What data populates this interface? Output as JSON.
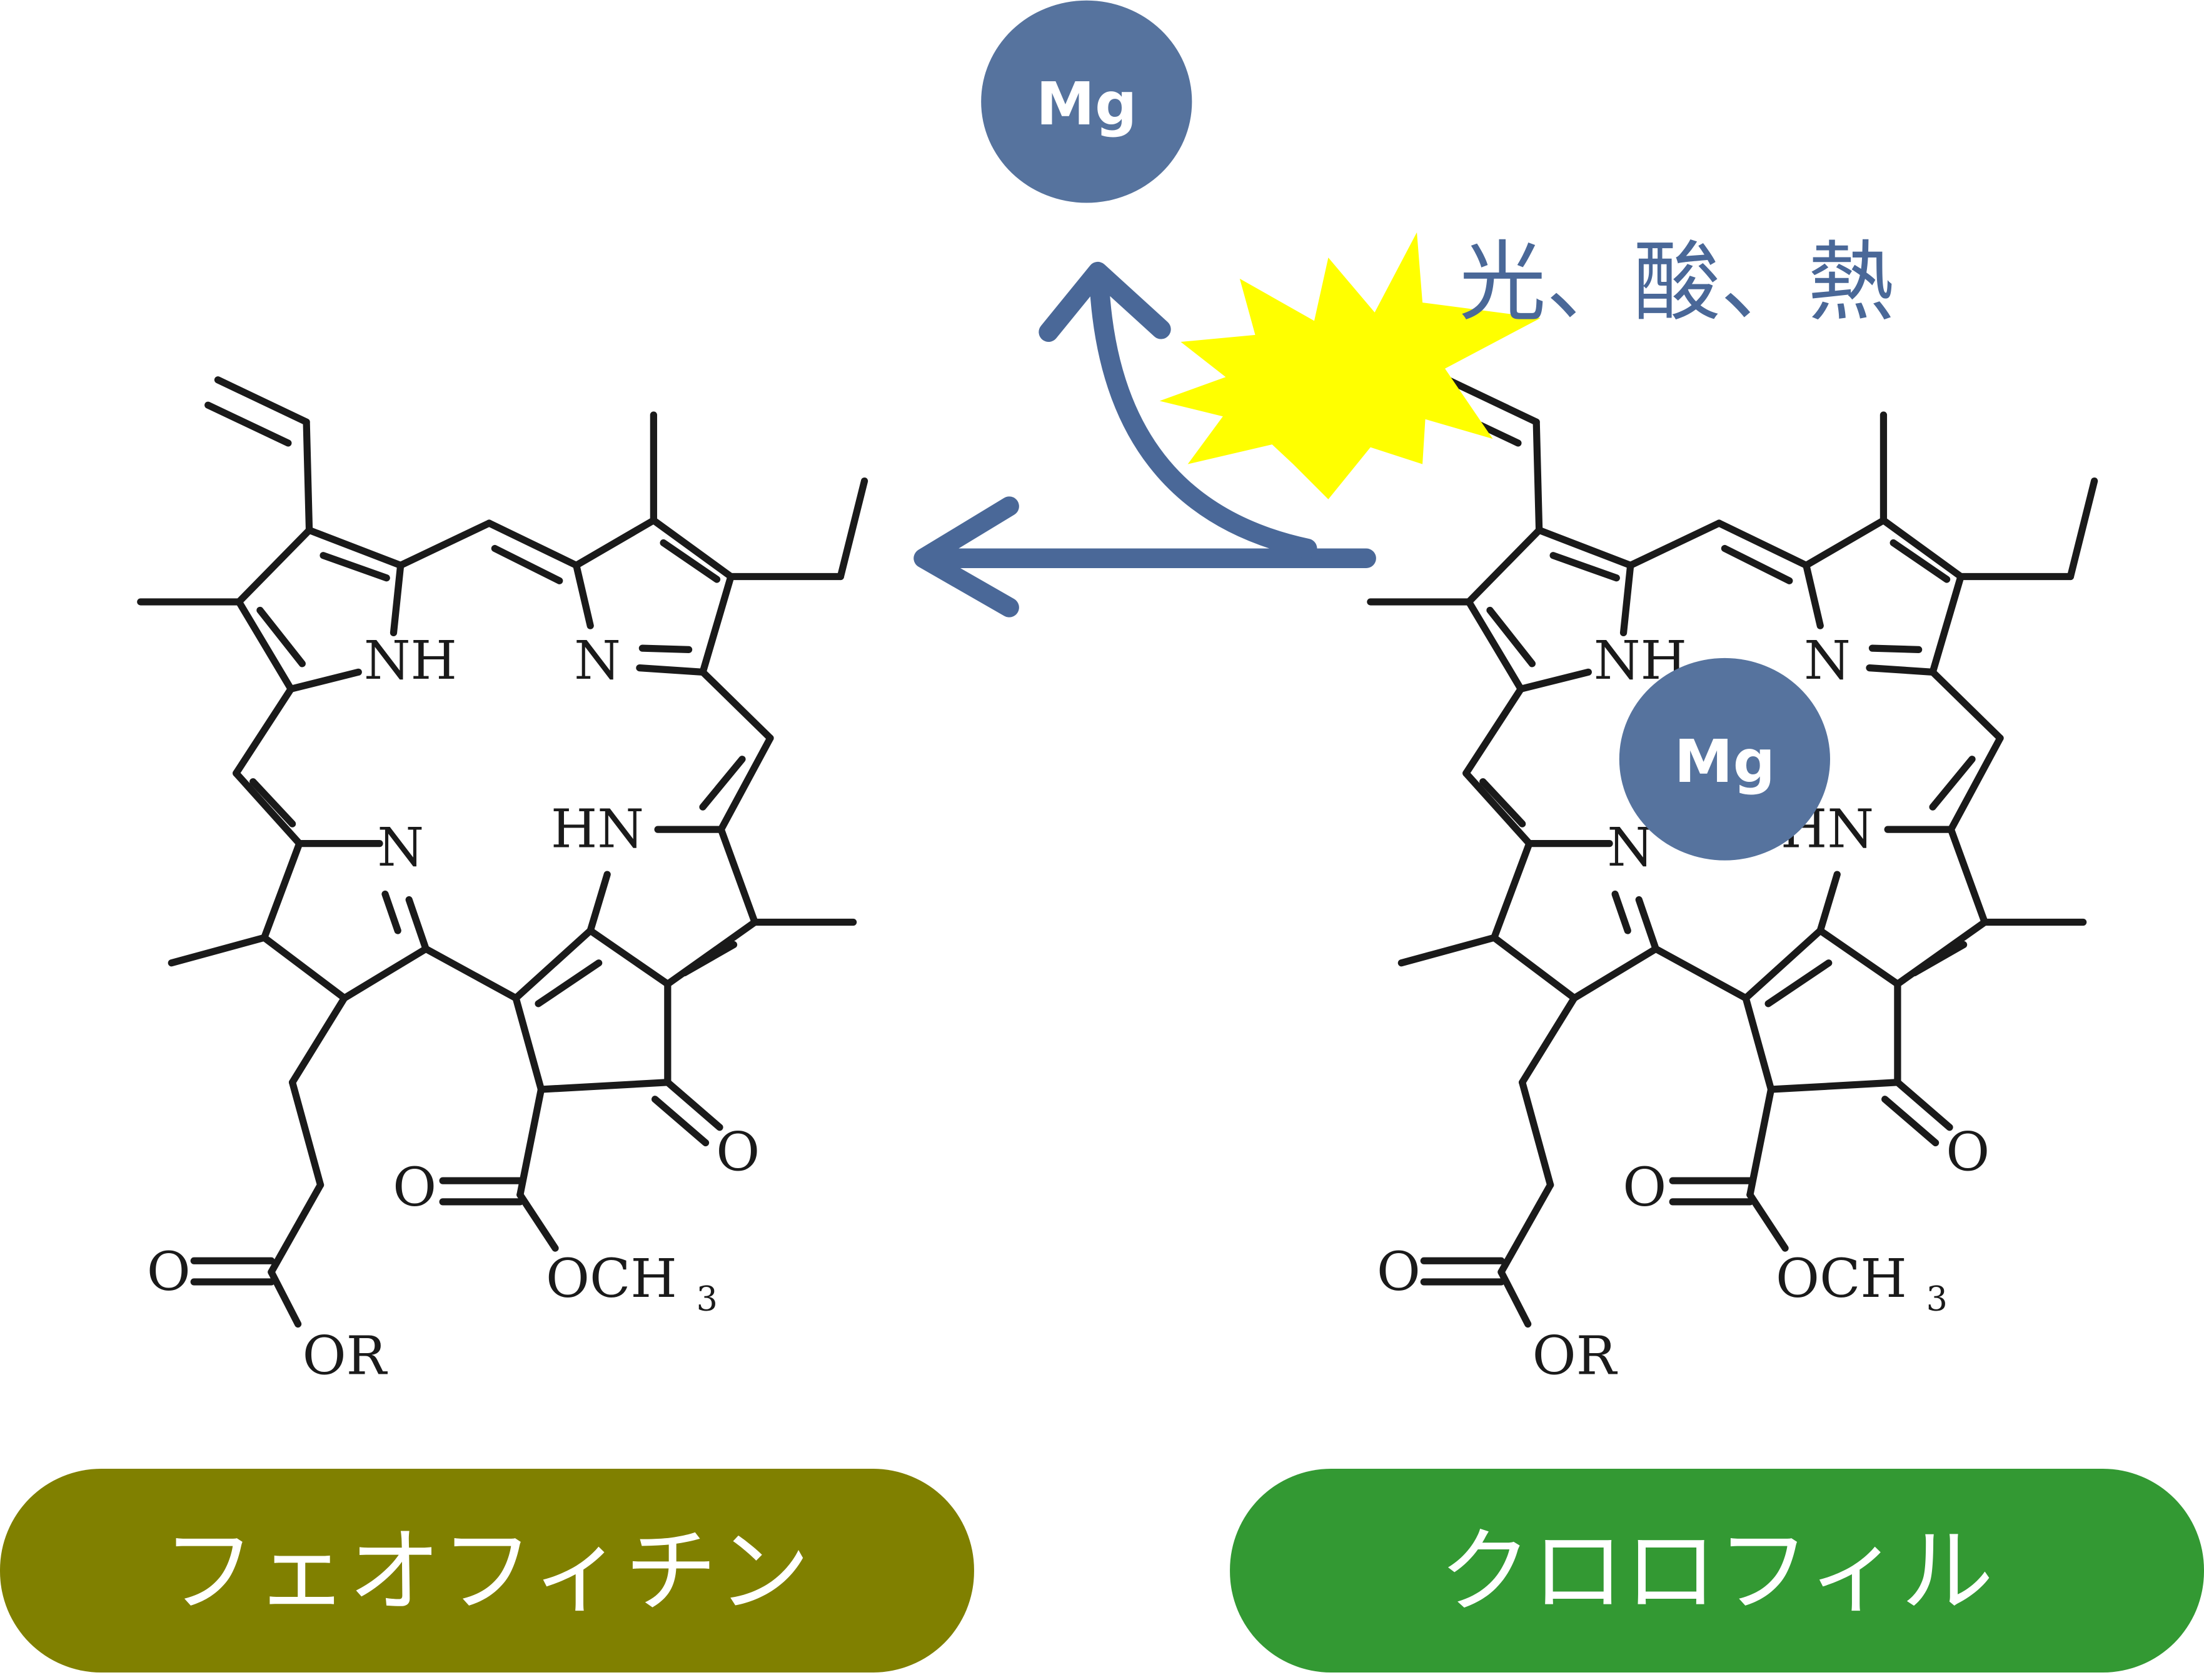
{
  "ion": {
    "label": "Mg"
  },
  "conditions": "光、酸、熱",
  "molecule_labels": {
    "nh": "NH",
    "n_top": "N",
    "hn": "HN",
    "n_bottom": "N",
    "o_ketone": "O",
    "o_ester1": "O",
    "och3": "OCH",
    "och3_sub": "3",
    "o_ester2": "O",
    "or": "OR"
  },
  "compounds": {
    "left": {
      "name": "フェオフィチン",
      "color": "#808000"
    },
    "right": {
      "name": "クロロフィル",
      "color": "#339933"
    }
  },
  "colors": {
    "arrow": "#4a6898",
    "mg_fill": "#56739e",
    "burst": "#ffff00"
  }
}
